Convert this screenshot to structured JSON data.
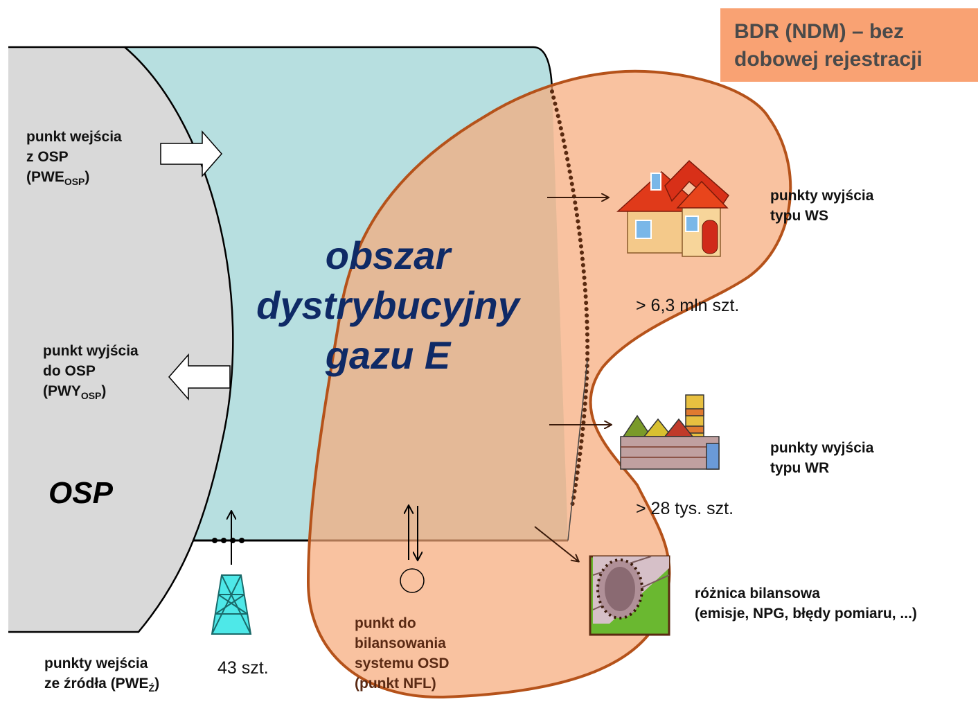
{
  "badge": {
    "line1": "BDR (NDM) – bez",
    "line2": "dobowej rejestracji"
  },
  "osp": {
    "label": "OSP"
  },
  "area": {
    "line1": "obszar",
    "line2": "dystrybucyjny",
    "line3": "gazu E"
  },
  "entry_osp": {
    "line1": "punkt wejścia",
    "line2": "z OSP",
    "line3_main": "(PWE",
    "line3_sub": "OSP",
    "line3_end": ")"
  },
  "exit_osp": {
    "line1": "punkt wyjścia",
    "line2": "do OSP",
    "line3_main": "(PWY",
    "line3_sub": "OSP",
    "line3_end": ")"
  },
  "entry_source": {
    "line1": "punkty wejścia",
    "line2_main": "ze źródła (PWE",
    "line2_sub": "Ź",
    "line2_end": ")",
    "count": "43 szt."
  },
  "ws": {
    "line1": "punkty wyjścia",
    "line2": "typu WS",
    "count": "> 6,3 mln szt."
  },
  "wr": {
    "line1": "punkty wyjścia",
    "line2": "typu WR",
    "count": "> 28 tys. szt."
  },
  "nfl": {
    "line1": "punkt do",
    "line2": "bilansowania",
    "line3": "systemu OSD",
    "line4": "(punkt NFL)"
  },
  "balance": {
    "line1": "różnica bilansowa",
    "line2": "(emisje, NPG, błędy pomiaru, ...)"
  },
  "colors": {
    "osp": "#d9d9d9",
    "area": "#b7dfe0",
    "blob_fill": "#f8c0a0",
    "blob_stroke": "#b5521a",
    "badge": "#f9a273",
    "area_text": "#0f2a66"
  }
}
